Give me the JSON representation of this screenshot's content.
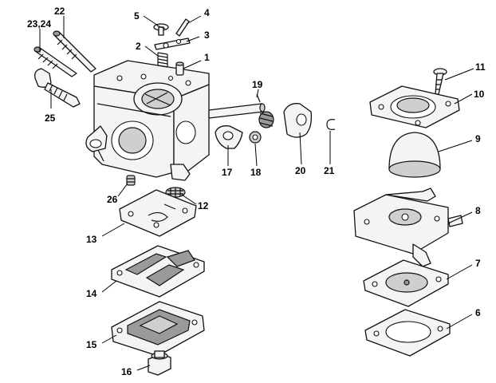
{
  "diagram": {
    "callouts": {
      "c1": "1",
      "c2": "2",
      "c3": "3",
      "c4": "4",
      "c5": "5",
      "c6": "6",
      "c7": "7",
      "c8": "8",
      "c9": "9",
      "c10": "10",
      "c11": "11",
      "c12": "12",
      "c13": "13",
      "c14": "14",
      "c15": "15",
      "c16": "16",
      "c17": "17",
      "c18": "18",
      "c19": "19",
      "c20": "20",
      "c21": "21",
      "c22": "22",
      "c2324": "23,24",
      "c25": "25",
      "c26": "26"
    }
  }
}
